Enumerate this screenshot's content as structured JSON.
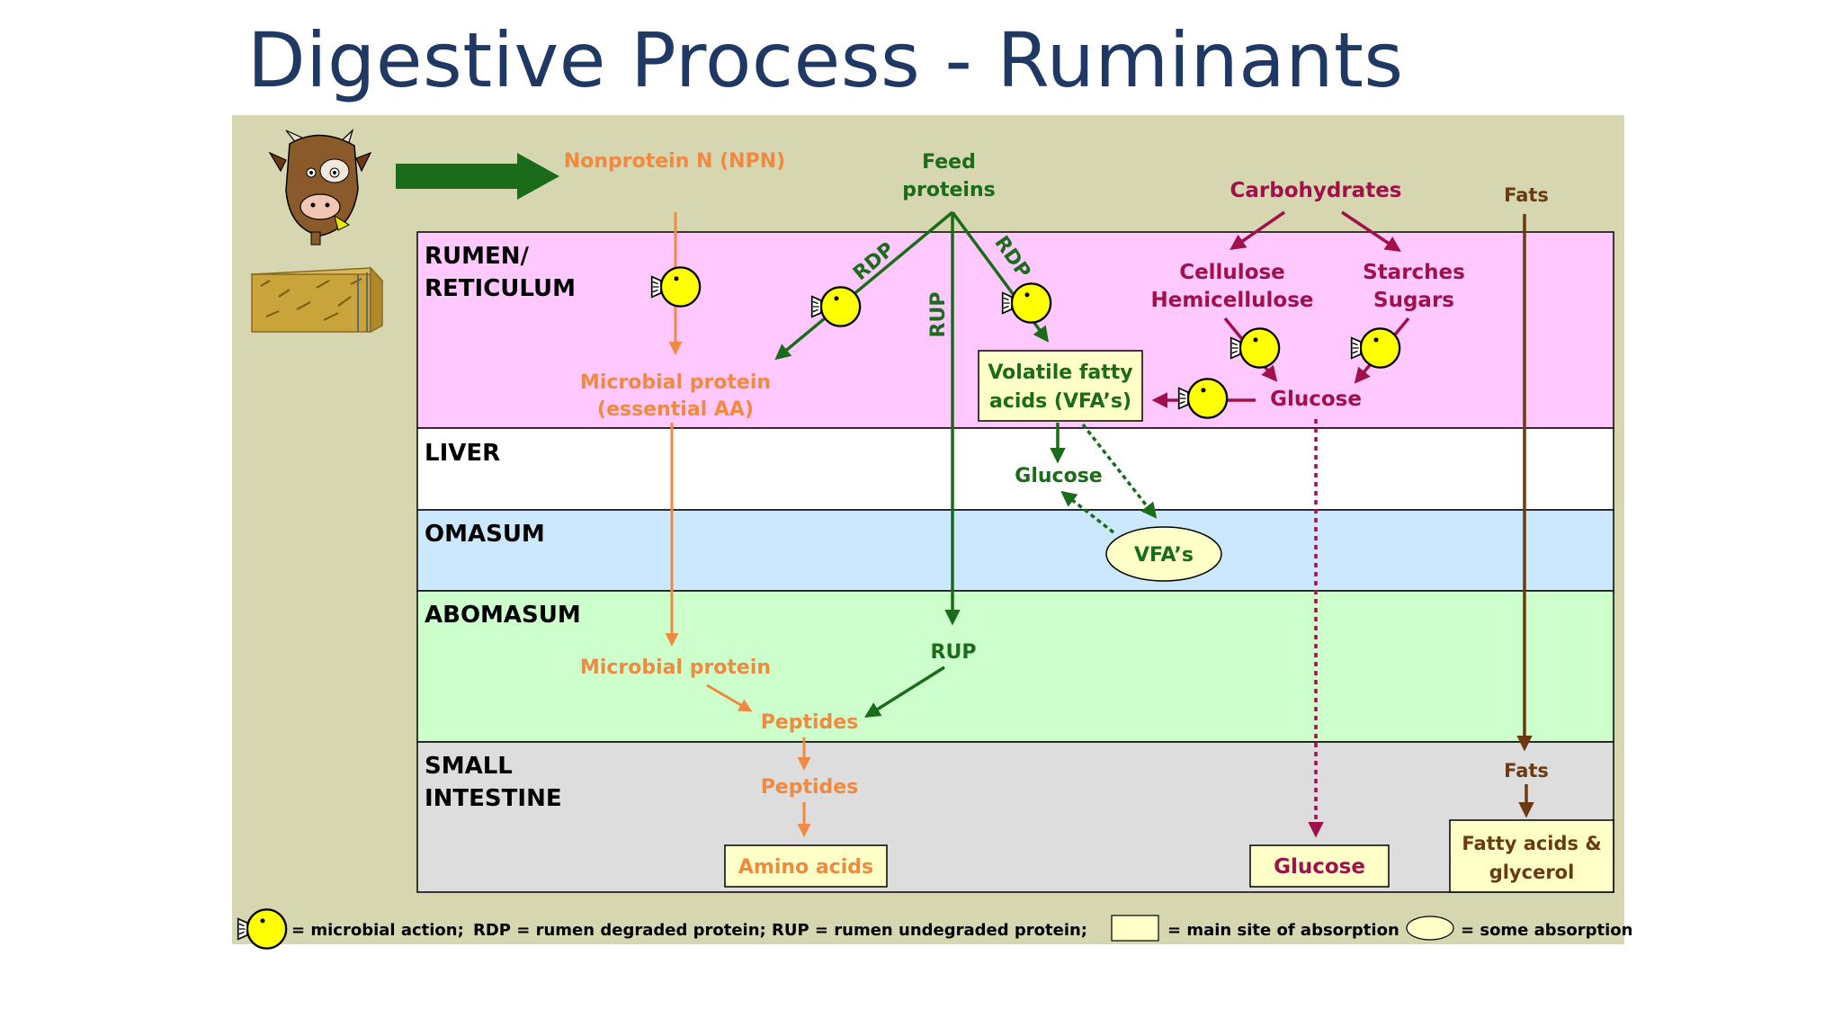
{
  "title": "Digestive Process - Ruminants",
  "colors": {
    "panel": "#d6d6b0",
    "rumen": "#ffc8ff",
    "liver": "#ffffff",
    "omasum": "#cce8ff",
    "abomasum": "#ccffcc",
    "small_intestine": "#dddddd",
    "protein_orange": "#f08a40",
    "protein_green": "#1a6b1a",
    "carb_maroon": "#a0104a",
    "fat_brown": "#6b3a10",
    "box_fill": "#ffffc8",
    "microbe": "#ffff00",
    "title": "#1f3864"
  },
  "organs": {
    "rumen": [
      "RUMEN/",
      "RETICULUM"
    ],
    "liver": "LIVER",
    "omasum": "OMASUM",
    "abomasum": "ABOMASUM",
    "small_intestine": [
      "SMALL",
      "INTESTINE"
    ]
  },
  "nodes": {
    "npn": "Nonprotein N (NPN)",
    "feed_proteins": [
      "Feed",
      "proteins"
    ],
    "carbohydrates": "Carbohydrates",
    "fats_top": "Fats",
    "cellulose": [
      "Cellulose",
      "Hemicellulose"
    ],
    "starches": [
      "Starches",
      "Sugars"
    ],
    "microbial_protein_rumen": [
      "Microbial protein",
      "(essential AA)"
    ],
    "vfa_box": [
      "Volatile fatty",
      "acids (VFA’s)"
    ],
    "glucose_rumen": "Glucose",
    "glucose_liver": "Glucose",
    "vfa_oval": "VFA’s",
    "microbial_protein_abomasum": "Microbial protein",
    "rup_abomasum": "RUP",
    "peptides_abomasum": "Peptides",
    "peptides_si": "Peptides",
    "amino_acids": "Amino acids",
    "glucose_si": "Glucose",
    "fats_si": "Fats",
    "fatty_acids": [
      "Fatty acids &",
      "glycerol"
    ]
  },
  "edge_labels": {
    "rdp_left": "RDP",
    "rup_vertical": "RUP",
    "rdp_right": "RDP"
  },
  "legend": {
    "microbial": "= microbial action;",
    "abbrev": "RDP = rumen degraded protein;  RUP = rumen undegraded protein;",
    "main_site": "= main site of absorption",
    "some_absorption": "= some absorption"
  },
  "icons": {
    "cow": "cow-head-icon",
    "hay": "hay-bale-icon",
    "microbe": "microbe-pacman-icon",
    "feed_arrow": "big-green-arrow-icon"
  }
}
